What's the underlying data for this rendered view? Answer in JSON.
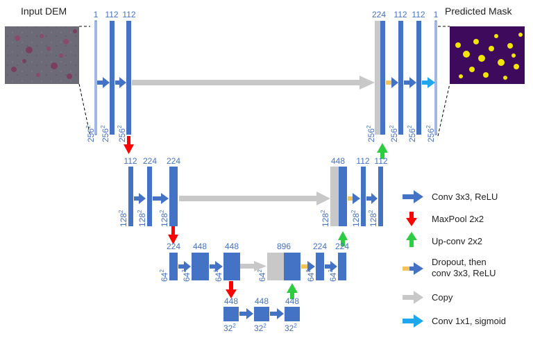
{
  "titles": {
    "input": "Input DEM",
    "output": "Predicted Mask"
  },
  "labels": {
    "l1_1": "1",
    "l1_2": "112",
    "l1_3": "112",
    "l1_s1": "256",
    "l1_s2": "256",
    "l1_s3": "256",
    "r1_1": "224",
    "r1_2": "112",
    "r1_3": "112",
    "r1_4": "1",
    "r1_s1": "256",
    "r1_s2": "256",
    "r1_s3": "256",
    "r1_s4": "256",
    "l2_1": "112",
    "l2_2": "224",
    "l2_3": "224",
    "l2_s1": "128",
    "l2_s2": "128",
    "l2_s3": "128",
    "r2_1": "448",
    "r2_2": "112",
    "r2_3": "112",
    "r2_s1": "128",
    "r2_s2": "128",
    "r2_s3": "128",
    "l3_1": "224",
    "l3_2": "448",
    "l3_3": "448",
    "l3_s1": "64",
    "l3_s2": "64",
    "l3_s3": "64",
    "r3_1": "896",
    "r3_2": "224",
    "r3_3": "224",
    "r3_s1": "64",
    "r3_s2": "64",
    "r3_s3": "64",
    "l4_1": "448",
    "l4_2": "448",
    "l4_3": "448",
    "l4_s1": "32",
    "l4_s2": "32",
    "l4_s3": "32",
    "sq": "2"
  },
  "legend": [
    {
      "label": "Conv 3x3, ReLU",
      "icon": "blue-arrow-icon"
    },
    {
      "label": "MaxPool 2x2",
      "icon": "red-down-arrow-icon"
    },
    {
      "label": "Up-conv 2x2",
      "icon": "green-up-arrow-icon"
    },
    {
      "label": "Dropout, then",
      "label2": "conv 3x3, ReLU",
      "icon": "dropout-arrow-icon"
    },
    {
      "label": "Copy",
      "icon": "gray-arrow-icon"
    },
    {
      "label": "Conv 1x1, sigmoid",
      "icon": "cyan-arrow-icon"
    }
  ],
  "colors": {
    "block": "#4472c4",
    "copy": "#c8c8c8",
    "maxpool": "#ff0000",
    "upconv": "#2ecc40",
    "dropout": "#f2c45a",
    "sigmoid": "#1ea7ee",
    "mask_bg": "#3d0a5c",
    "mask_fg": "#f2e600"
  }
}
